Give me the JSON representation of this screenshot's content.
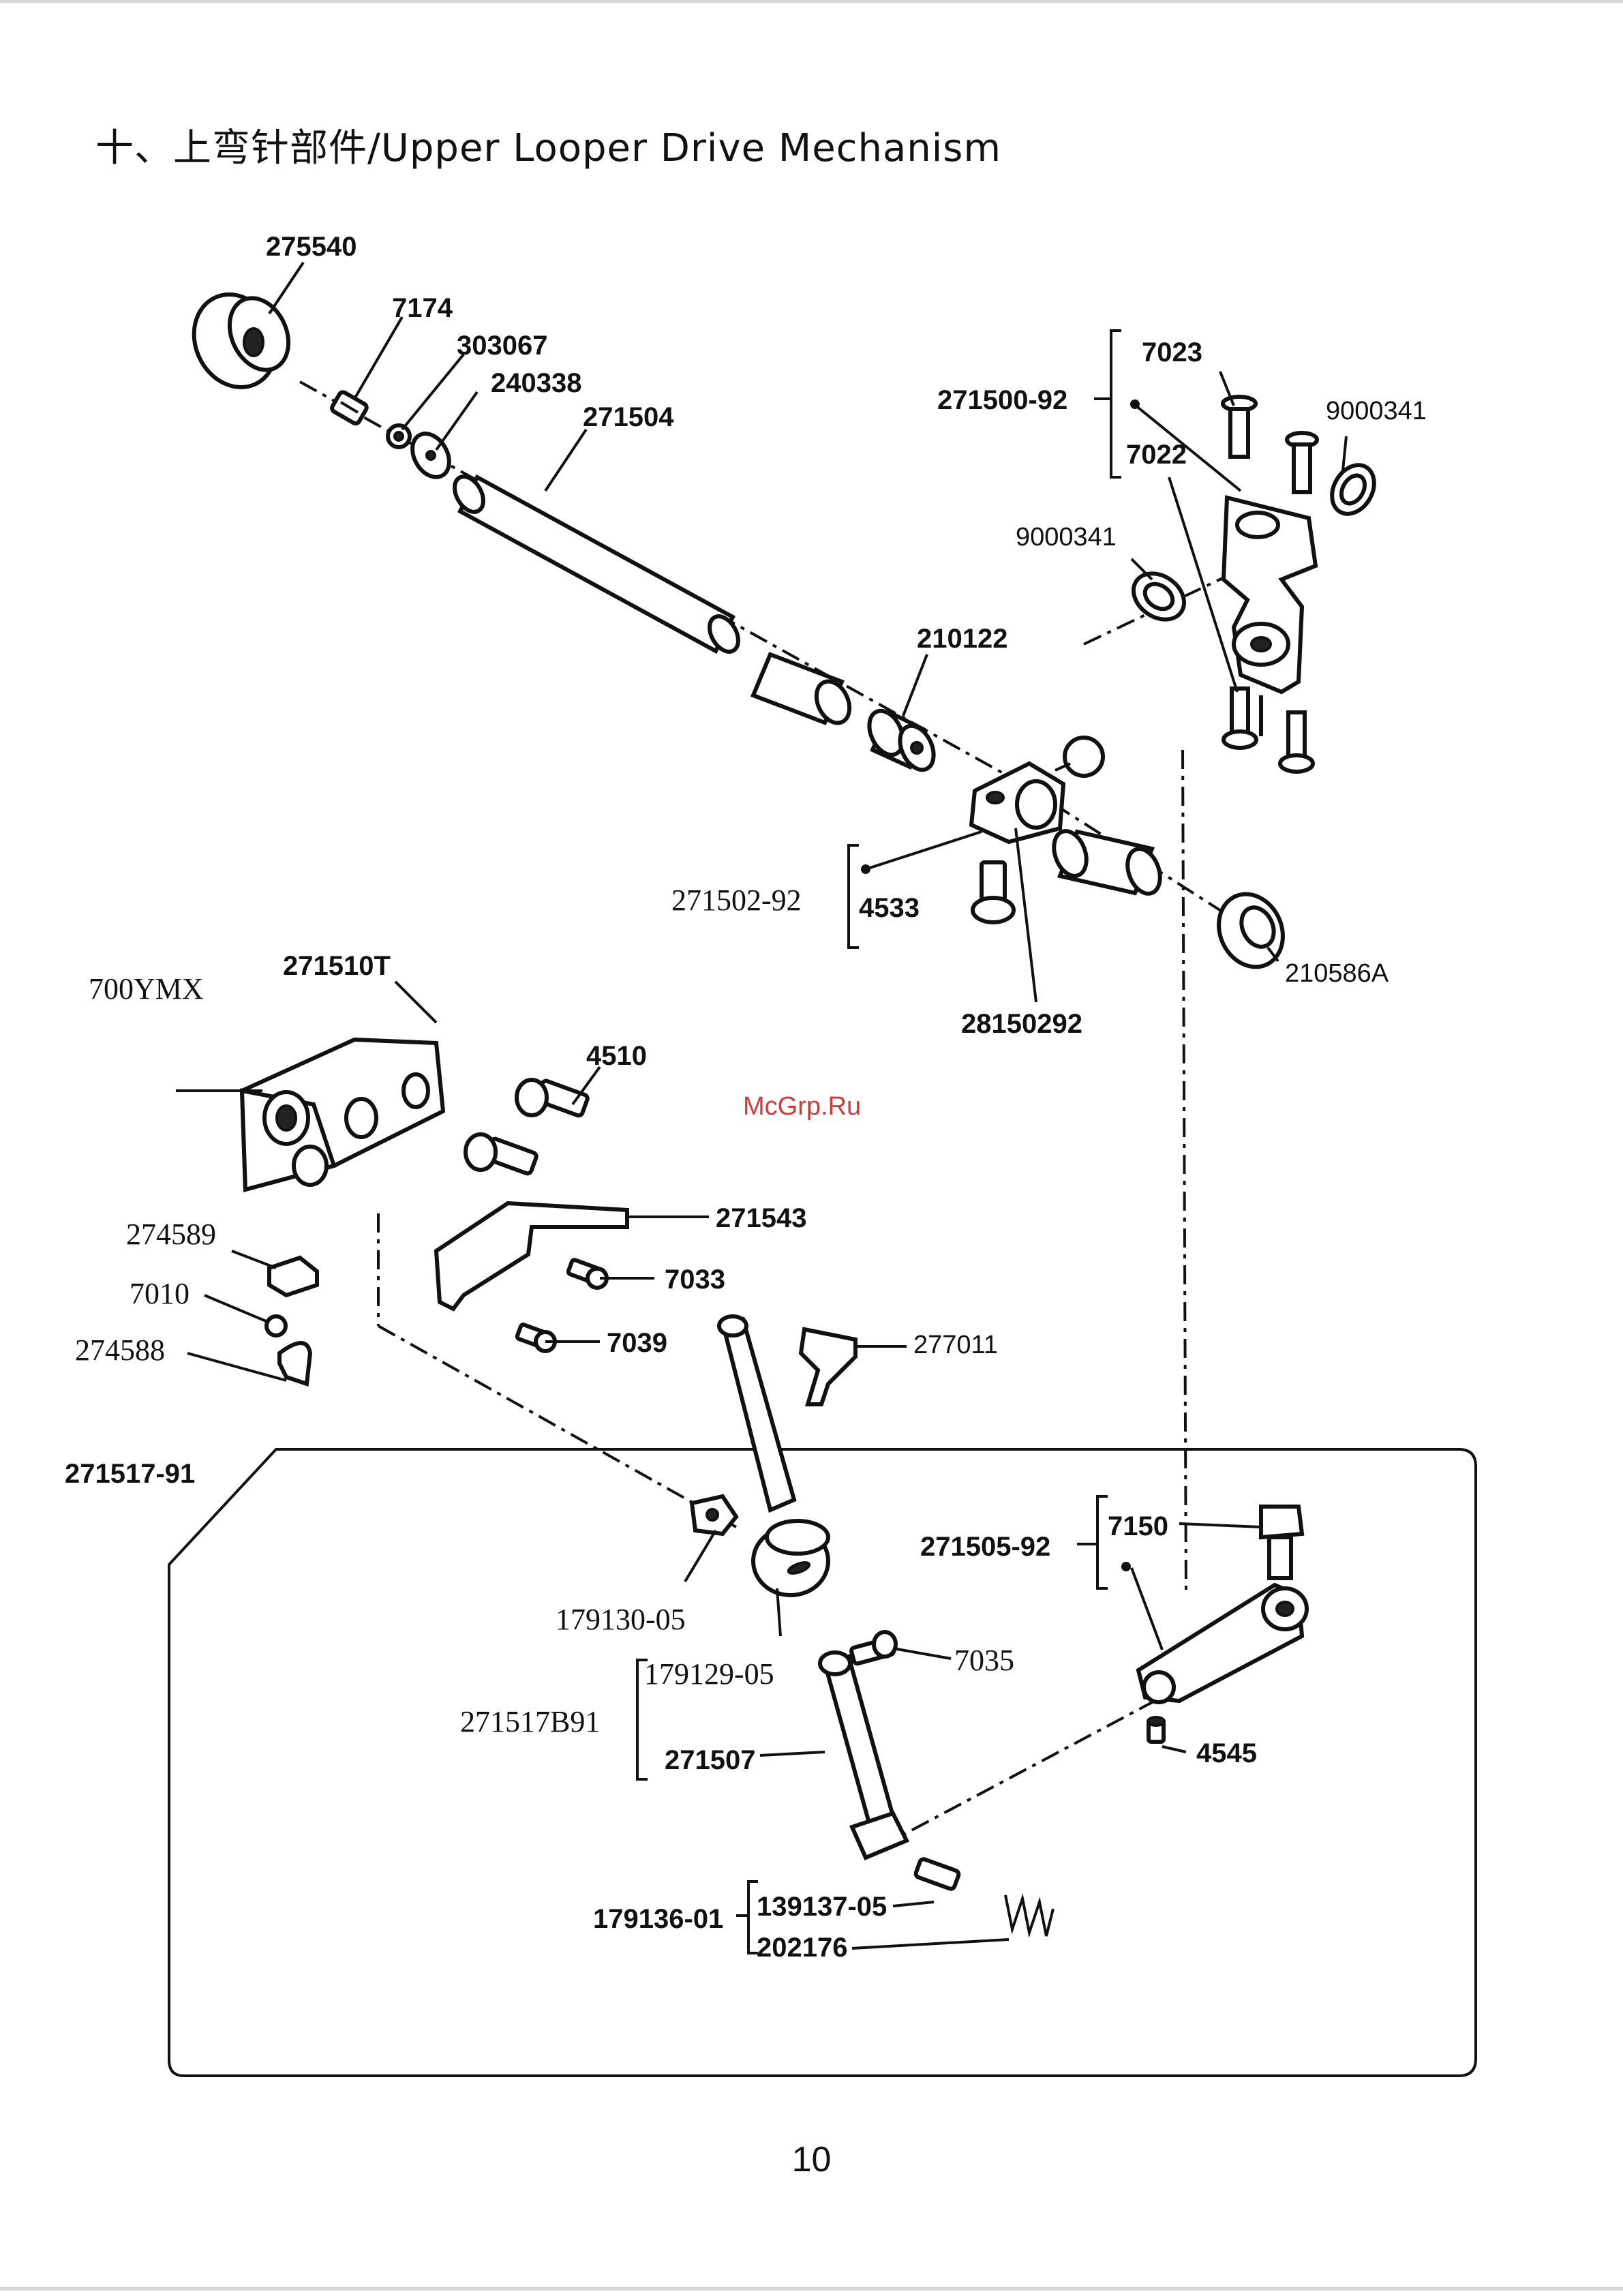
{
  "title": "十、上弯针部件/Upper Looper Drive Mechanism",
  "watermark": "McGrp.Ru",
  "page_number": "10",
  "part_labels": {
    "p275540": "275540",
    "p7174": "7174",
    "p303067": "303067",
    "p240338": "240338",
    "p271504": "271504",
    "p210122": "210122",
    "p7023": "7023",
    "p271500_92": "271500-92",
    "p7022": "7022",
    "p9000341_a": "9000341",
    "p9000341_b": "9000341",
    "p271502_92": "271502-92",
    "p4533": "4533",
    "p28150292": "28150292",
    "p210586A": "210586A",
    "p700YMX": "700YMX",
    "p271510T": "271510T",
    "p4510": "4510",
    "p271543": "271543",
    "p274589": "274589",
    "p7033": "7033",
    "p7010": "7010",
    "p7039": "7039",
    "p274588": "274588",
    "p277011": "277011",
    "p271517_91": "271517-91",
    "p7150": "7150",
    "p271505_92": "271505-92",
    "p179130_05": "179130-05",
    "p179129_05": "179129-05",
    "p7035": "7035",
    "p271517B91": "271517B91",
    "p4545": "4545",
    "p271507": "271507",
    "p179136_01": "179136-01",
    "p139137_05": "139137-05",
    "p202176": "202176"
  }
}
